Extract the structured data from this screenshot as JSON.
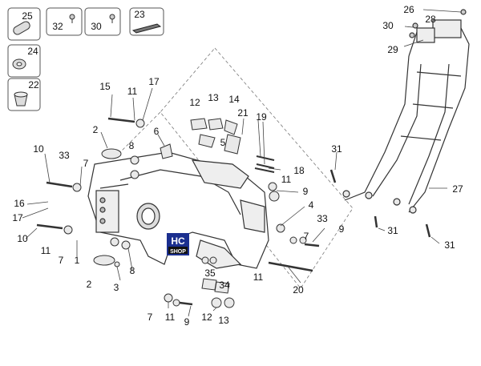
{
  "legend_boxes": [
    {
      "parts": [
        "25"
      ],
      "icon": "sleeve-tube-icon"
    },
    {
      "parts": [
        "32"
      ],
      "icon": "small-screw-icon"
    },
    {
      "parts": [
        "30"
      ],
      "icon": "small-screw-icon"
    },
    {
      "parts": [
        "23"
      ],
      "icon": "adhesive-pad-icon"
    },
    {
      "parts": [
        "24"
      ],
      "icon": "grommet-icon"
    },
    {
      "parts": [
        "22"
      ],
      "icon": "rubber-plug-icon"
    }
  ],
  "callouts": [
    "26",
    "28",
    "30",
    "29",
    "27",
    "31",
    "31",
    "31",
    "15",
    "11",
    "17",
    "2",
    "6",
    "12",
    "13",
    "14",
    "21",
    "5",
    "19",
    "18",
    "11",
    "9",
    "4",
    "10",
    "33",
    "7",
    "8",
    "16",
    "17",
    "10",
    "11",
    "7",
    "1",
    "2",
    "3",
    "8",
    "33",
    "7",
    "9",
    "35",
    "34",
    "11",
    "20",
    "7",
    "11",
    "9",
    "12",
    "13"
  ],
  "watermark": {
    "line1": "HC",
    "line2": "SHOP",
    "color_bg": "#1b2f8f",
    "color_fg": "#ffffff"
  },
  "colors": {
    "line": "#3a3a3a",
    "frame_fill": "#ffffff",
    "part_fill": "#e9e9e9"
  }
}
